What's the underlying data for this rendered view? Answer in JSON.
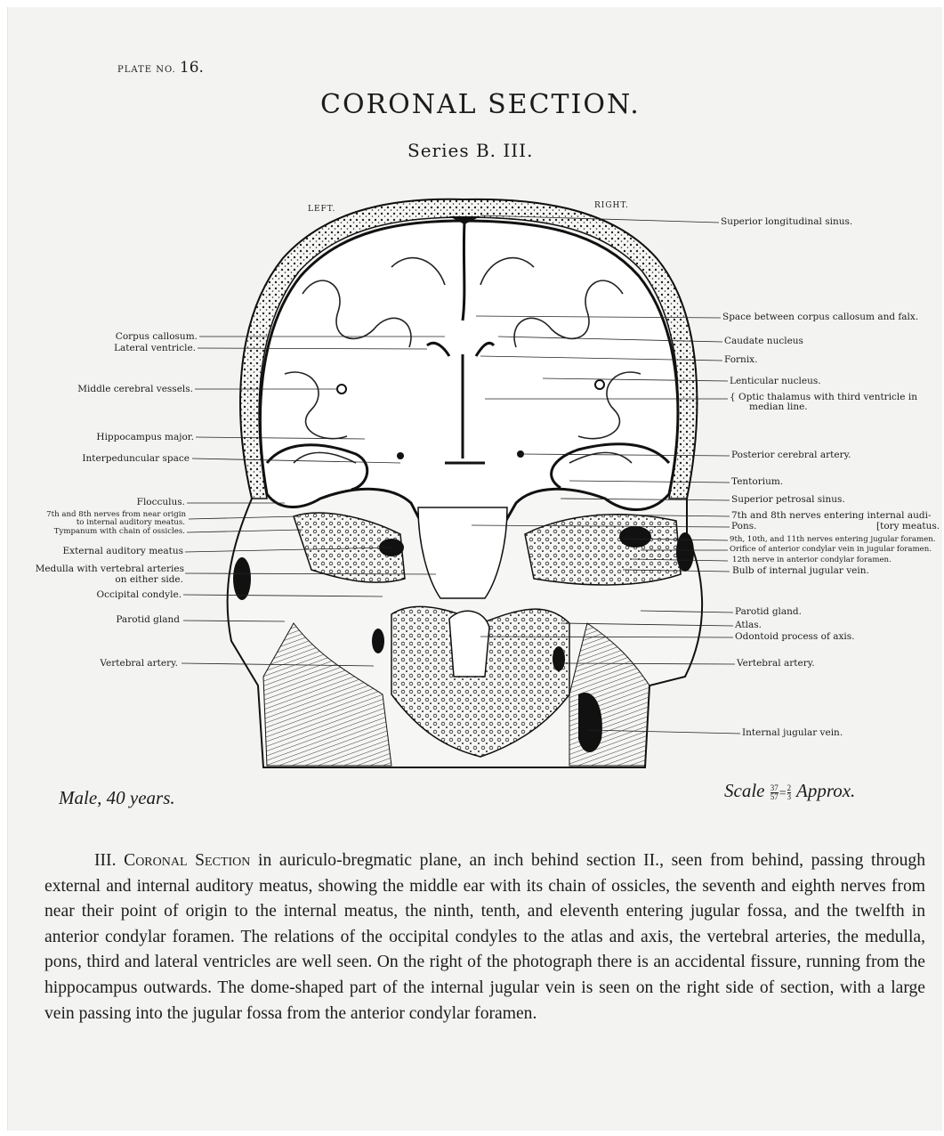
{
  "plate": {
    "prefix": "PLATE NO.",
    "number": "16."
  },
  "title": "CORONAL SECTION.",
  "series": "Series B. III.",
  "orientation": {
    "left": "LEFT.",
    "right": "RIGHT."
  },
  "labels_left": [
    "Corpus callosum.",
    "Lateral ventricle.",
    "Middle cerebral vessels.",
    "Hippocampus major.",
    "Interpeduncular space",
    "Flocculus.",
    "7th and 8th nerves from near origin",
    "to internal auditory meatus.",
    "Tympanum with chain of ossicles.",
    "External auditory meatus",
    "Medulla with vertebral arteries",
    "on either side.",
    "Occipital condyle.",
    "Parotid gland",
    "Vertebral artery."
  ],
  "labels_right": [
    "Superior longitudinal sinus.",
    "Space between corpus callosum and falx.",
    "Caudate nucleus",
    "Fornix.",
    "Lenticular nucleus.",
    "Optic thalamus with third ventricle in",
    "median line.",
    "Posterior cerebral artery.",
    "Tentorium.",
    "Superior petrosal sinus.",
    "7th and 8th nerves entering internal audi-",
    "Pons.",
    "[tory meatus.",
    "9th, 10th, and 11th nerves entering jugular foramen.",
    "Orifice of anterior condylar vein in jugular foramen.",
    "12th nerve in anterior condylar foramen.",
    "Bulb of internal jugular vein.",
    "Parotid gland.",
    "Atlas.",
    "Odontoid process of axis.",
    "Vertebral artery.",
    "Internal jugular vein."
  ],
  "caption_left": "Male, 40 years.",
  "caption_right": {
    "prefix": "Scale",
    "num": "37",
    "den": "57",
    "eq": "=",
    "num2": "2",
    "den2": "3",
    "suffix": "Approx."
  },
  "description": {
    "lead": "III.",
    "heading": "Coronal Section",
    "body": " in auriculo-bregmatic plane, an inch behind section II., seen from behind, passing through external and internal auditory meatus, showing the middle ear with its chain of ossicles, the seventh and eighth nerves from near their point of origin to the internal meatus, the ninth, tenth, and eleventh entering jugular fossa, and the twelfth in anterior condylar foramen. The relations of the occipital condyles to the atlas and axis, the vertebral arteries, the medulla, pons, third and lateral ventricles are well seen. On the right of the photograph there is an accidental fissure, running from the hippocampus outwards. The dome-shaped part of the internal jugular vein is seen on the right side of section, with a large vein passing into the jugular fossa from the anterior condylar foramen."
  }
}
